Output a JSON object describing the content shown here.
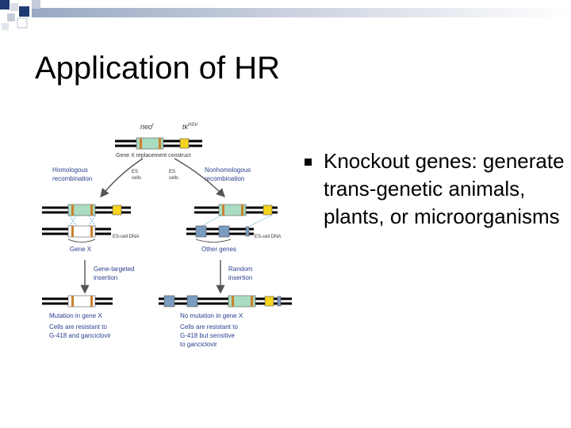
{
  "slide": {
    "title": "Application of HR",
    "bullets": [
      {
        "text": "Knockout genes: generate trans-genetic animals, plants, or microorganisms"
      }
    ]
  },
  "figure": {
    "neo_label": "neo",
    "neo_sup": "r",
    "tk_label": "tk",
    "tk_sup": "HSV",
    "construct_label": "Gene X replacement construct",
    "homologous": [
      "Homologous",
      "recombination"
    ],
    "nonhomologous": [
      "Nonhomologous",
      "recombination"
    ],
    "es_cells": [
      "ES",
      "cells"
    ],
    "es_cell_dna": "ES-cell DNA",
    "gene_x": "Gene X",
    "other_genes": "Other genes",
    "gene_targeted": [
      "Gene-targeted",
      "insertion"
    ],
    "random_insertion": [
      "Random",
      "insertion"
    ],
    "mutation": "Mutation in gene X",
    "no_mutation": "No mutation in gene X",
    "left_result": [
      "Cells are resistant to",
      "G-418 and ganciclovir"
    ],
    "right_result": [
      "Cells are resistant to",
      "G-418 but sensitive",
      "to ganciclovir"
    ]
  },
  "colors": {
    "title_text": "#000000",
    "arrow": "#555555",
    "label_blue": "#2a3f8f",
    "green_segment": "#a9dcc0",
    "yellow_segment": "#f6d31f",
    "orange_band": "#c9822f",
    "blue_gene": "#7a9cbf",
    "deco_navy": "#1f3a73"
  }
}
